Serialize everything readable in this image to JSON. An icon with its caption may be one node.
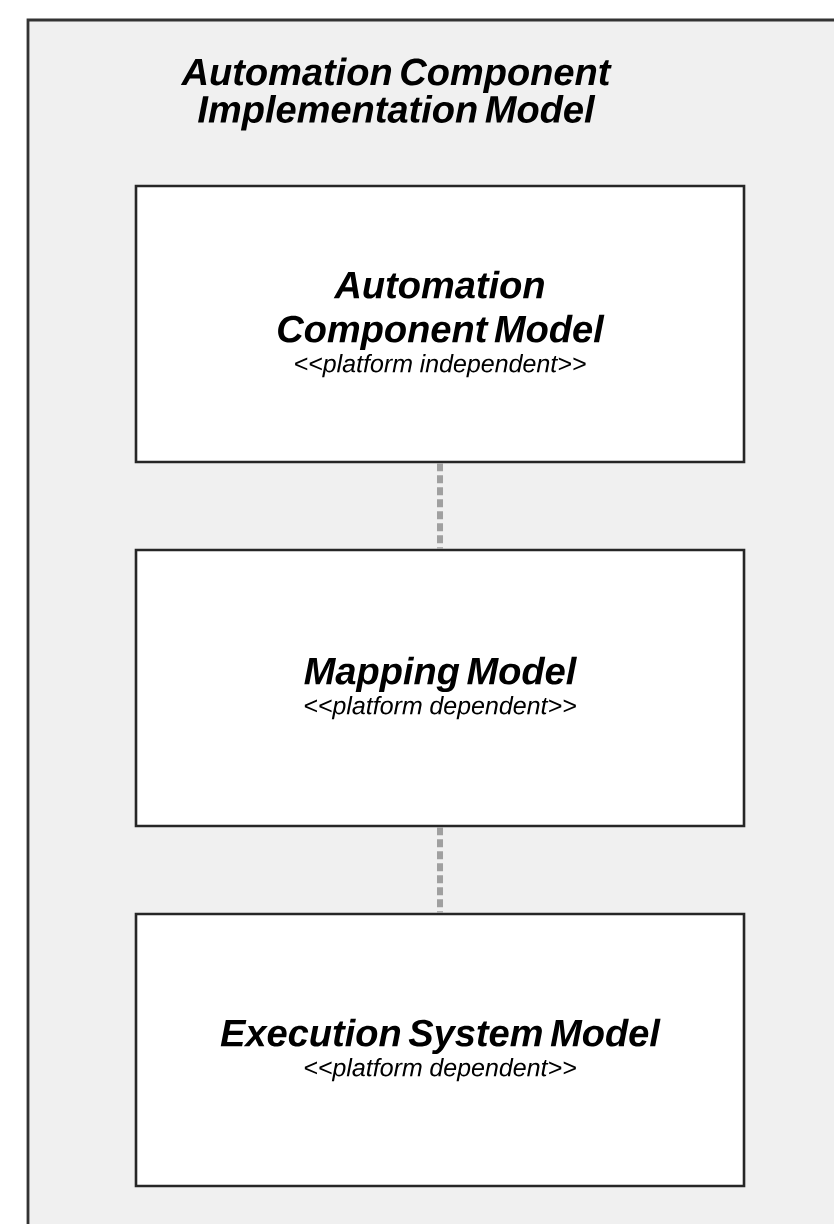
{
  "diagram": {
    "nodes": [
      {
        "text": [
          "Automation Component Implementation Model"
        ]
      },
      {
        "text": [
          "Automation Component Model",
          "<<platform independent>>"
        ],
        "in": 0
      },
      {
        "text": [
          "Mapping Model",
          "<<platform dependent>>"
        ],
        "in": 0
      },
      {
        "text": [
          "Execution System Model",
          "<<platform dependent>>"
        ],
        "in": 0
      }
    ],
    "edges": [
      {
        "from": 1,
        "to": 2,
        "arrow": "none",
        "style": "dashed",
        "color": "#a0a0a0"
      },
      {
        "from": 2,
        "to": 3,
        "arrow": "none",
        "style": "dashed",
        "color": "#a0a0a0"
      }
    ]
  }
}
